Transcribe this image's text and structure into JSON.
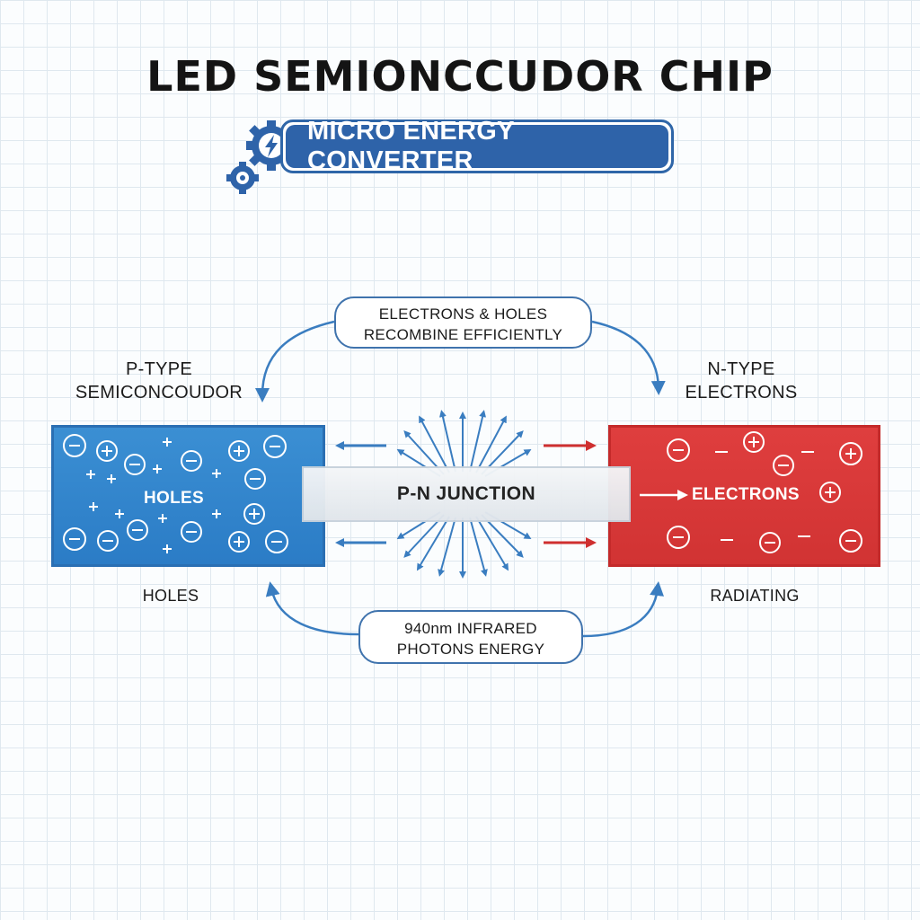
{
  "header": {
    "title": "LED SEMIONCCUDOR CHIP",
    "badge_label": "MICRO ENERGY CONVERTER"
  },
  "callouts": {
    "top": [
      "ELECTRONS & HOLES",
      "RECOMBINE EFFICIENTLY"
    ],
    "bottom": [
      "940nm INFRARED",
      "PHOTONS ENERGY"
    ]
  },
  "labels": {
    "p_type": [
      "P-TYPE",
      "SEMICONCOUDOR"
    ],
    "n_type": [
      "N-TYPE",
      "ELECTRONS"
    ],
    "holes_bottom": "HOLES",
    "radiating": "RADIATING"
  },
  "regions": {
    "p_label": "HOLES",
    "n_label": "ELECTRONS",
    "junction_label": "P-N JUNCTION"
  },
  "colors": {
    "p_region": "#2b7cc6",
    "n_region": "#d13333",
    "accent_blue": "#2e63a9",
    "arrow_blue": "#3a7dc0",
    "arrow_red": "#cf2f2f"
  }
}
